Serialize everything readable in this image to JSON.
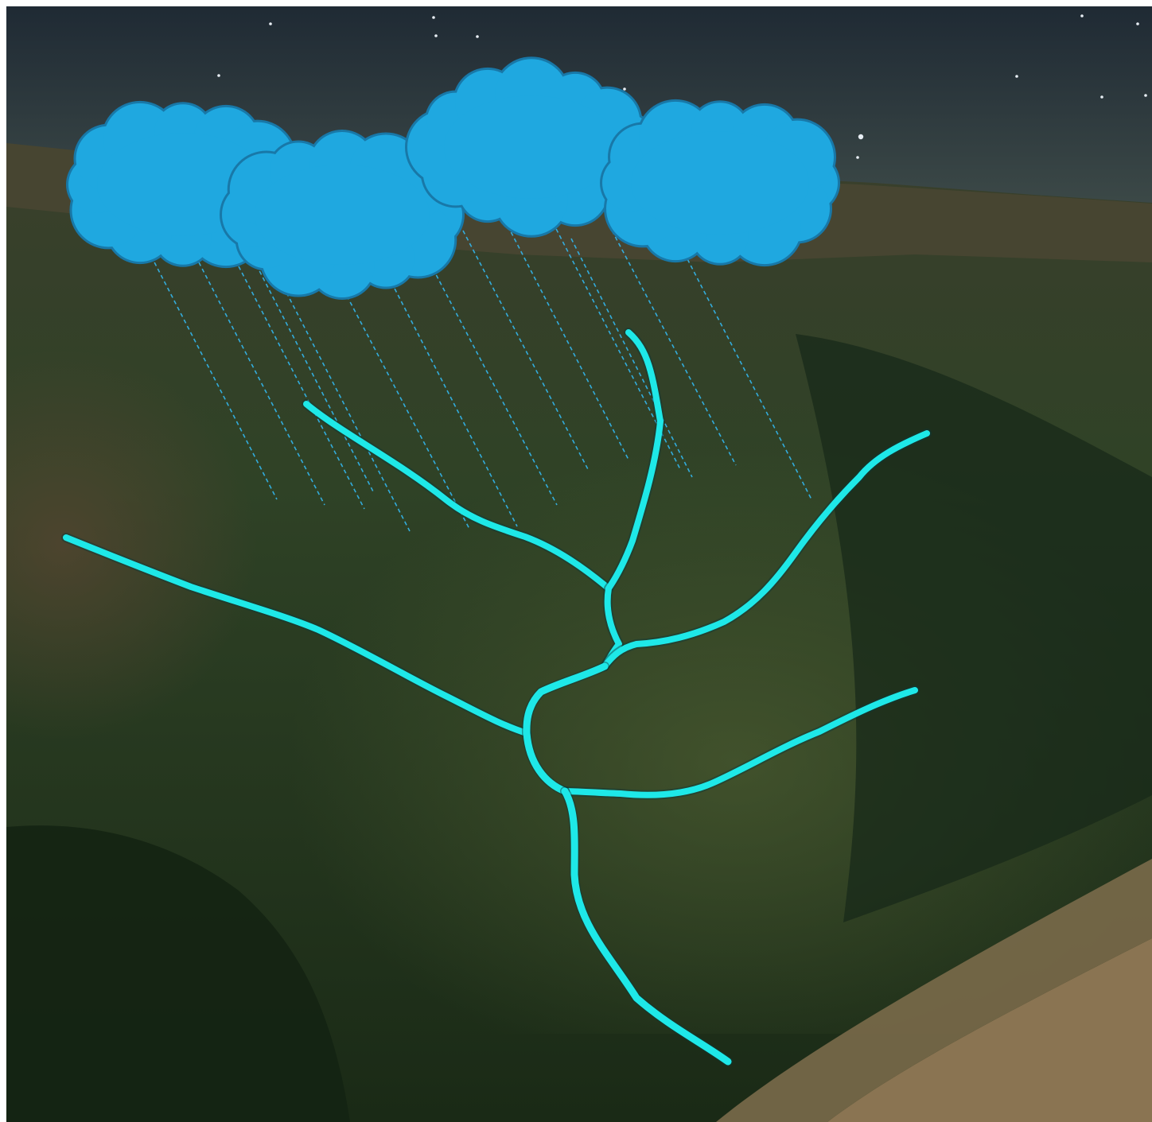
{
  "scene": {
    "colors": {
      "sky_top": "#1f2a34",
      "sky_horizon": "#3d4a48",
      "terrain_dark": "#1a2a16",
      "terrain_mid": "#2f4226",
      "terrain_light": "#4a5a30",
      "soil": "#5a4632",
      "river_bank": "#7a6a4a",
      "cloud_fill": "#1fa8e0",
      "cloud_outline": "#1878a8",
      "rain": "#33b8f0",
      "stream": "#1ee8e8",
      "star": "#e8eef4"
    }
  },
  "stars": {
    "count": 14
  },
  "clouds": {
    "count": 4
  },
  "rain": {
    "count": 14
  },
  "streams": {
    "channels": [
      {
        "id": "upper-left-tributary",
        "role": "tributary"
      },
      {
        "id": "upper-middle-tributary",
        "role": "tributary"
      },
      {
        "id": "upper-right-tributary",
        "role": "tributary"
      },
      {
        "id": "far-left-tributary",
        "role": "tributary"
      },
      {
        "id": "lower-right-tributary",
        "role": "tributary"
      },
      {
        "id": "central-trunk",
        "role": "main"
      },
      {
        "id": "outlet-channel",
        "role": "main"
      }
    ]
  }
}
